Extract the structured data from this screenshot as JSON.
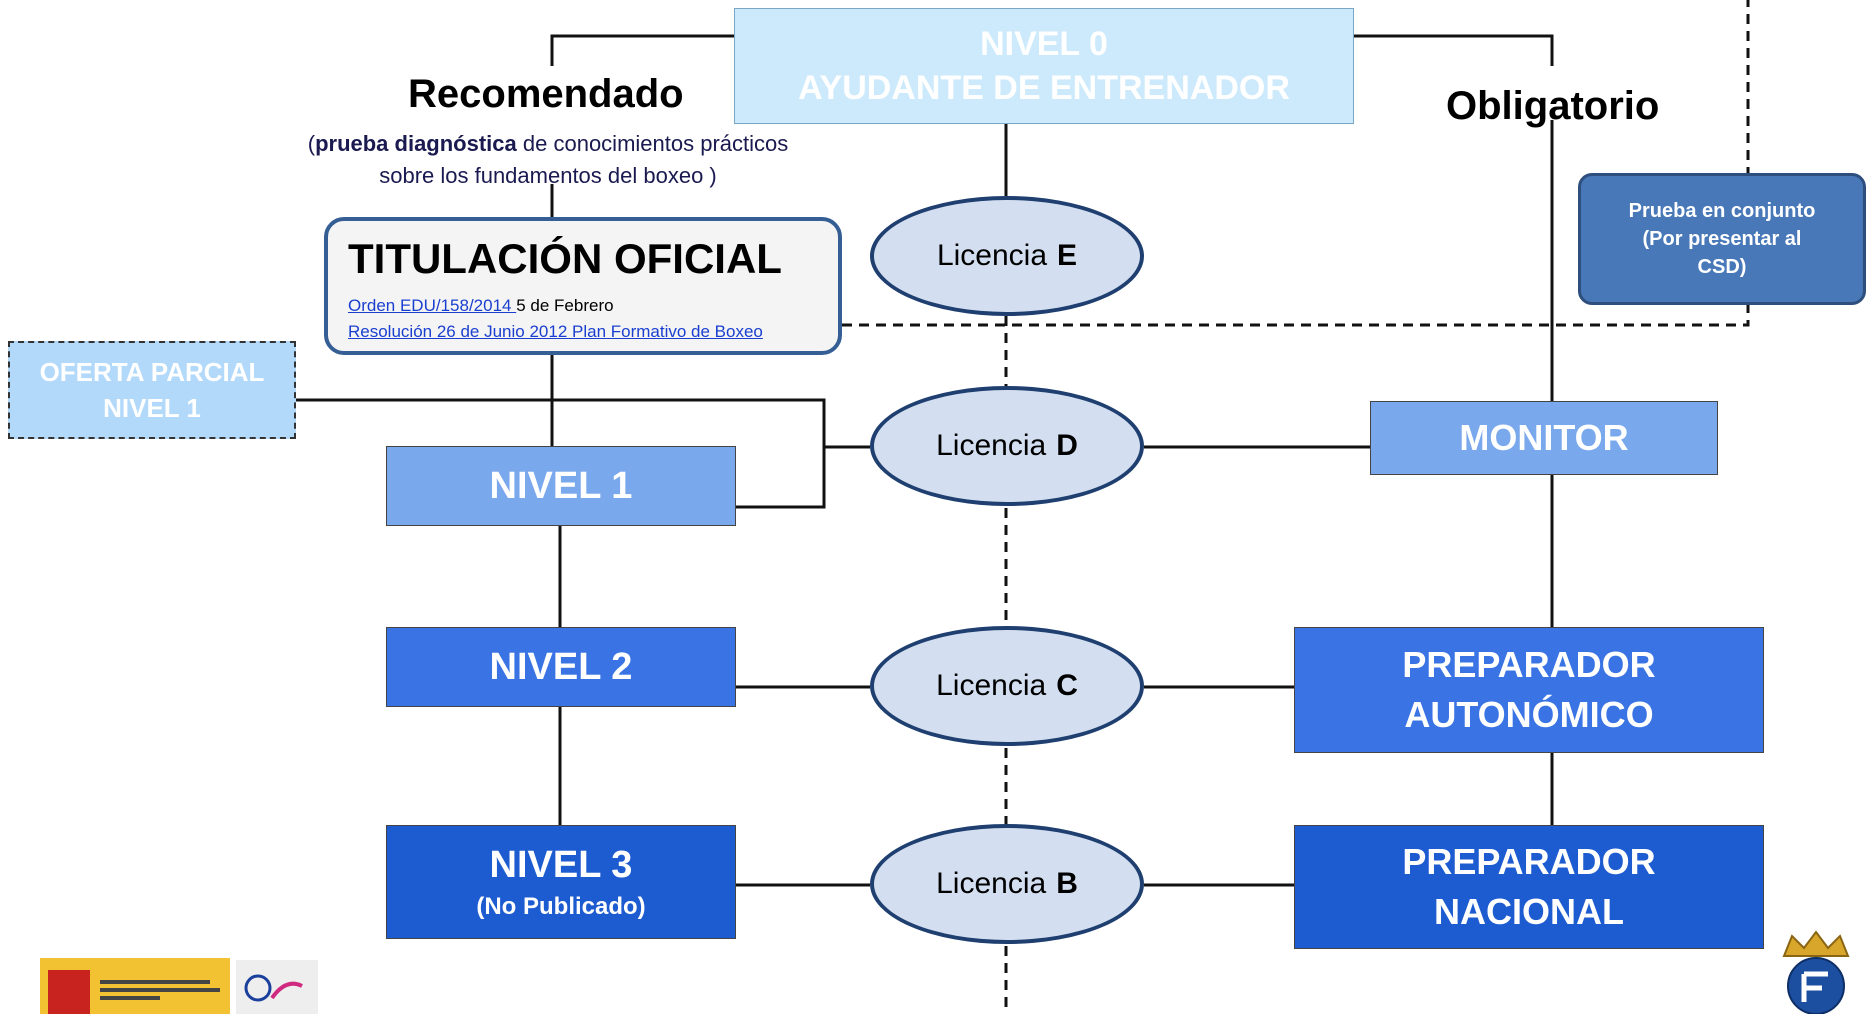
{
  "top_box": {
    "line1": "NIVEL 0",
    "line2": "AYUDANTE DE ENTRENADOR"
  },
  "left_heading": "Recomendado",
  "right_heading": "Obligatorio",
  "note": {
    "open": "(",
    "bold": "prueba diagnóstica",
    "rest1": " de conocimientos prácticos",
    "rest2": "sobre los fundamentos del boxeo )"
  },
  "titulacion": {
    "title": "TITULACIÓN OFICIAL",
    "link1": "Orden EDU/158/2014 ",
    "link1_after": " 5 de Febrero",
    "link2": "Resolución 26 de Junio 2012 Plan Formativo de Boxeo"
  },
  "oferta": {
    "line1": "OFERTA PARCIAL",
    "line2": "NIVEL 1"
  },
  "prueba": {
    "line1": "Prueba en conjunto",
    "line2": "(Por presentar al",
    "line3": "CSD)"
  },
  "licencias": [
    {
      "prefix": "Licencia",
      "letter": "E"
    },
    {
      "prefix": "Licencia",
      "letter": "D"
    },
    {
      "prefix": "Licencia",
      "letter": "C"
    },
    {
      "prefix": "Licencia",
      "letter": "B"
    }
  ],
  "niveles": [
    {
      "label": "NIVEL 1"
    },
    {
      "label": "NIVEL 2"
    },
    {
      "label": "NIVEL 3",
      "sub_open": "(",
      "sub_bold": "No Publicado",
      "sub_close": ")"
    }
  ],
  "right_boxes": {
    "monitor": "MONITOR",
    "autonomico": {
      "line1": "PREPARADOR",
      "line2": "AUTONÓMICO"
    },
    "nacional": {
      "line1": "PREPARADOR",
      "line2": "NACIONAL"
    }
  },
  "colors": {
    "nivel0": "#cdeafc",
    "nivel1": "#7aa8ec",
    "nivel2": "#3a74e4",
    "nivel3": "#1d5bd0",
    "ellipse_fill": "#d3dff0",
    "ellipse_border": "#1f3f70",
    "prueba": "#4878b8"
  },
  "logos": {
    "ministry": "ministry-logo",
    "csd": "csd-logo",
    "federation": "federation-crest-logo"
  }
}
